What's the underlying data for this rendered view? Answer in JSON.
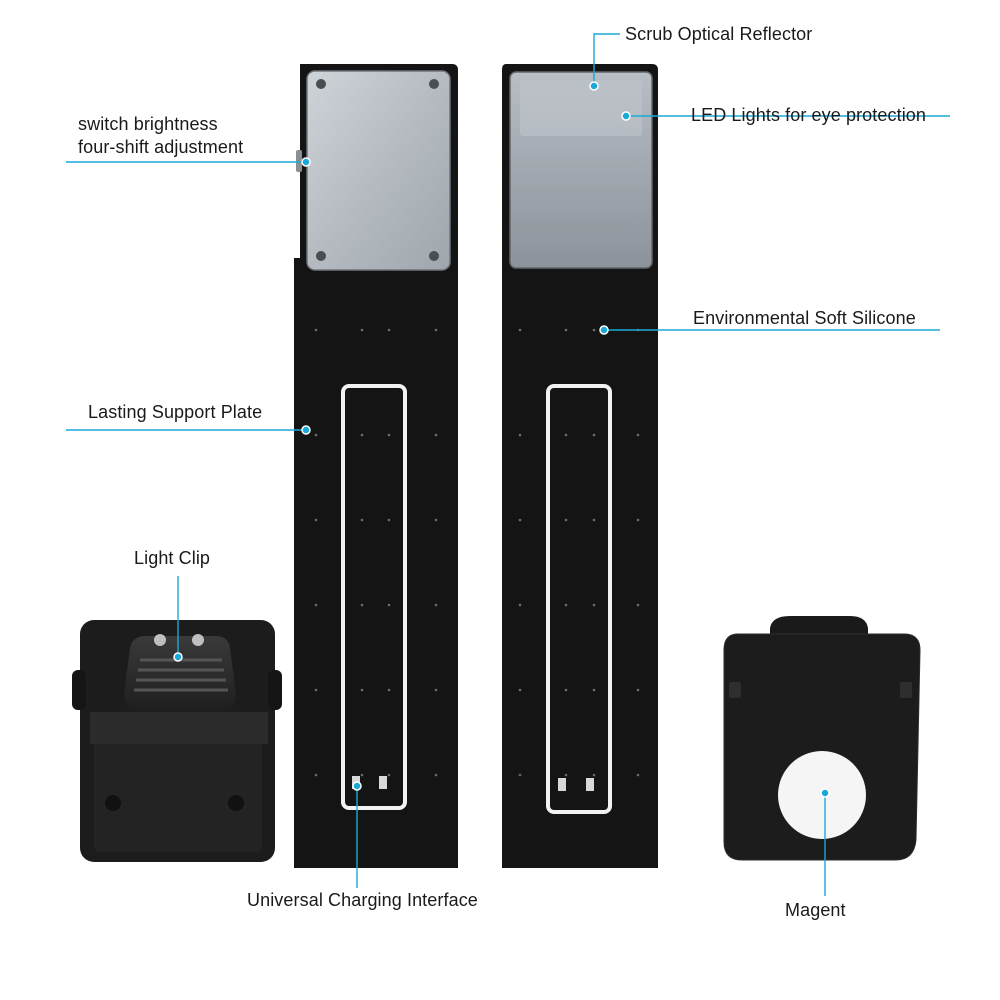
{
  "labels": {
    "scrub_reflector": "Scrub Optical Reflector",
    "led_lights": "LED Lights for eye protection",
    "switch_line1": "switch brightness",
    "switch_line2": "four-shift adjustment",
    "silicone": "Environmental Soft Silicone",
    "support_plate": "Lasting Support Plate",
    "light_clip": "Light Clip",
    "charging": "Universal Charging Interface",
    "magnet": "Magent"
  },
  "colors": {
    "callout": "#1aa9d6",
    "body": "#141414",
    "panel_silver": "#b9bec4",
    "panel_grey": "#9aa1a8",
    "slot": "#f2f2f2",
    "label": "#1a1a1a",
    "background": "#ffffff"
  }
}
